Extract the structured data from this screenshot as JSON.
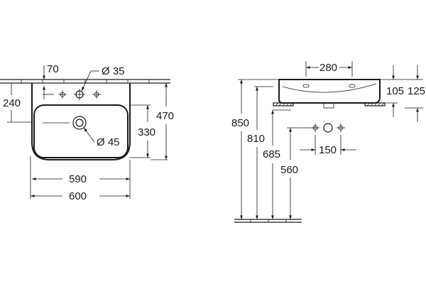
{
  "plan_view": {
    "dim_tap_offset": "70",
    "dim_tap_hole": "Ø 35",
    "dim_back_depth": "240",
    "dim_total_depth": "470",
    "dim_bowl_depth": "330",
    "dim_drain": "Ø 45",
    "dim_inner_width": "590",
    "dim_total_width": "600"
  },
  "side_view": {
    "dim_bracket_spacing": "280",
    "dim_inner_height": "105",
    "dim_total_height": "125",
    "dim_rim_height": "850",
    "dim_bottom_height": "810",
    "dim_water_height": "685",
    "dim_waste_height": "560",
    "dim_water_spacing": "150"
  }
}
